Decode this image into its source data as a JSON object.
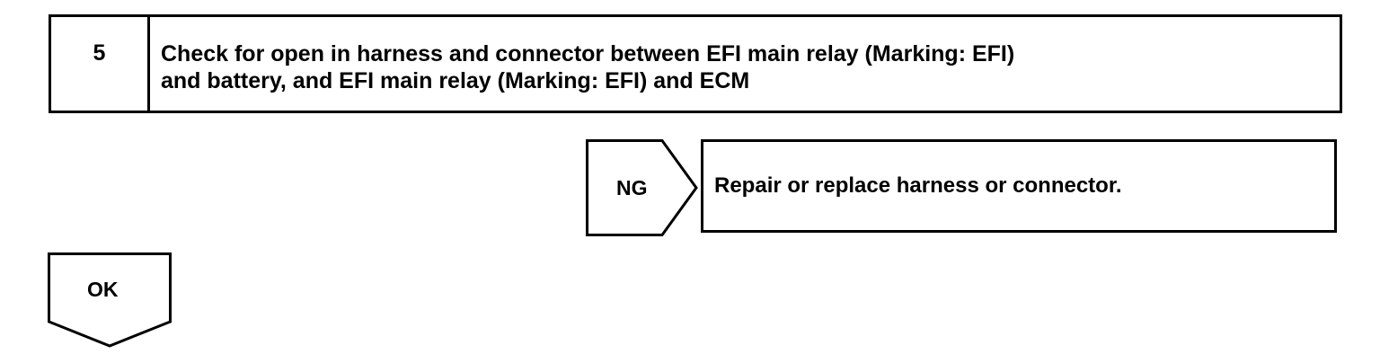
{
  "step": {
    "number": "5",
    "title_line1": "Check for open in harness and connector between EFI main relay (Marking: EFI)",
    "title_line2": "and battery, and EFI main relay (Marking: EFI) and ECM"
  },
  "ng_branch": {
    "label": "NG",
    "action": "Repair or replace harness or connector."
  },
  "ok_branch": {
    "label": "OK"
  }
}
